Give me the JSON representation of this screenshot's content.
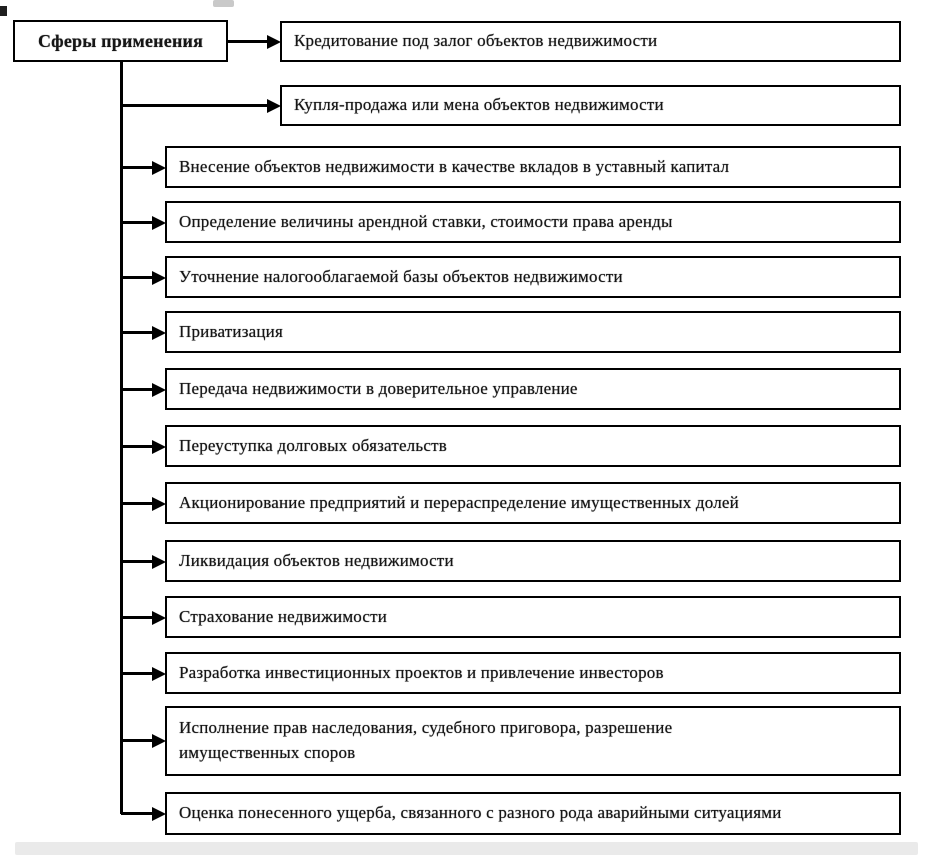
{
  "diagram": {
    "root_label": "Сферы применения",
    "branches": [
      {
        "label": "Кредитование под залог объектов недвижимости"
      },
      {
        "label": "Купля-продажа или мена объектов недвижимости"
      },
      {
        "label": "Внесение объектов недвижимости в качестве вкладов в уставный капитал"
      },
      {
        "label": "Определение величины арендной ставки, стоимости права аренды"
      },
      {
        "label": "Уточнение налогооблагаемой базы объектов недвижимости"
      },
      {
        "label": "Приватизация"
      },
      {
        "label": "Передача недвижимости в доверительное управление"
      },
      {
        "label": "Переуступка долговых обязательств"
      },
      {
        "label": "Акционирование предприятий и перераспределение имущественных долей"
      },
      {
        "label": "Ликвидация объектов недвижимости"
      },
      {
        "label": "Страхование недвижимости"
      },
      {
        "label": "Разработка инвестиционных проектов и привлечение инвесторов"
      },
      {
        "label": "Исполнение прав наследования, судебного приговора, разрешение имущественных споров"
      },
      {
        "label": "Оценка понесенного ущерба, связанного с разного рода аварийными ситуациями"
      }
    ],
    "colors": {
      "line": "#000000",
      "box_border": "#000000",
      "text": "#161616",
      "background": "#ffffff",
      "scan_artifact_gray": "#e6e6e6"
    }
  }
}
